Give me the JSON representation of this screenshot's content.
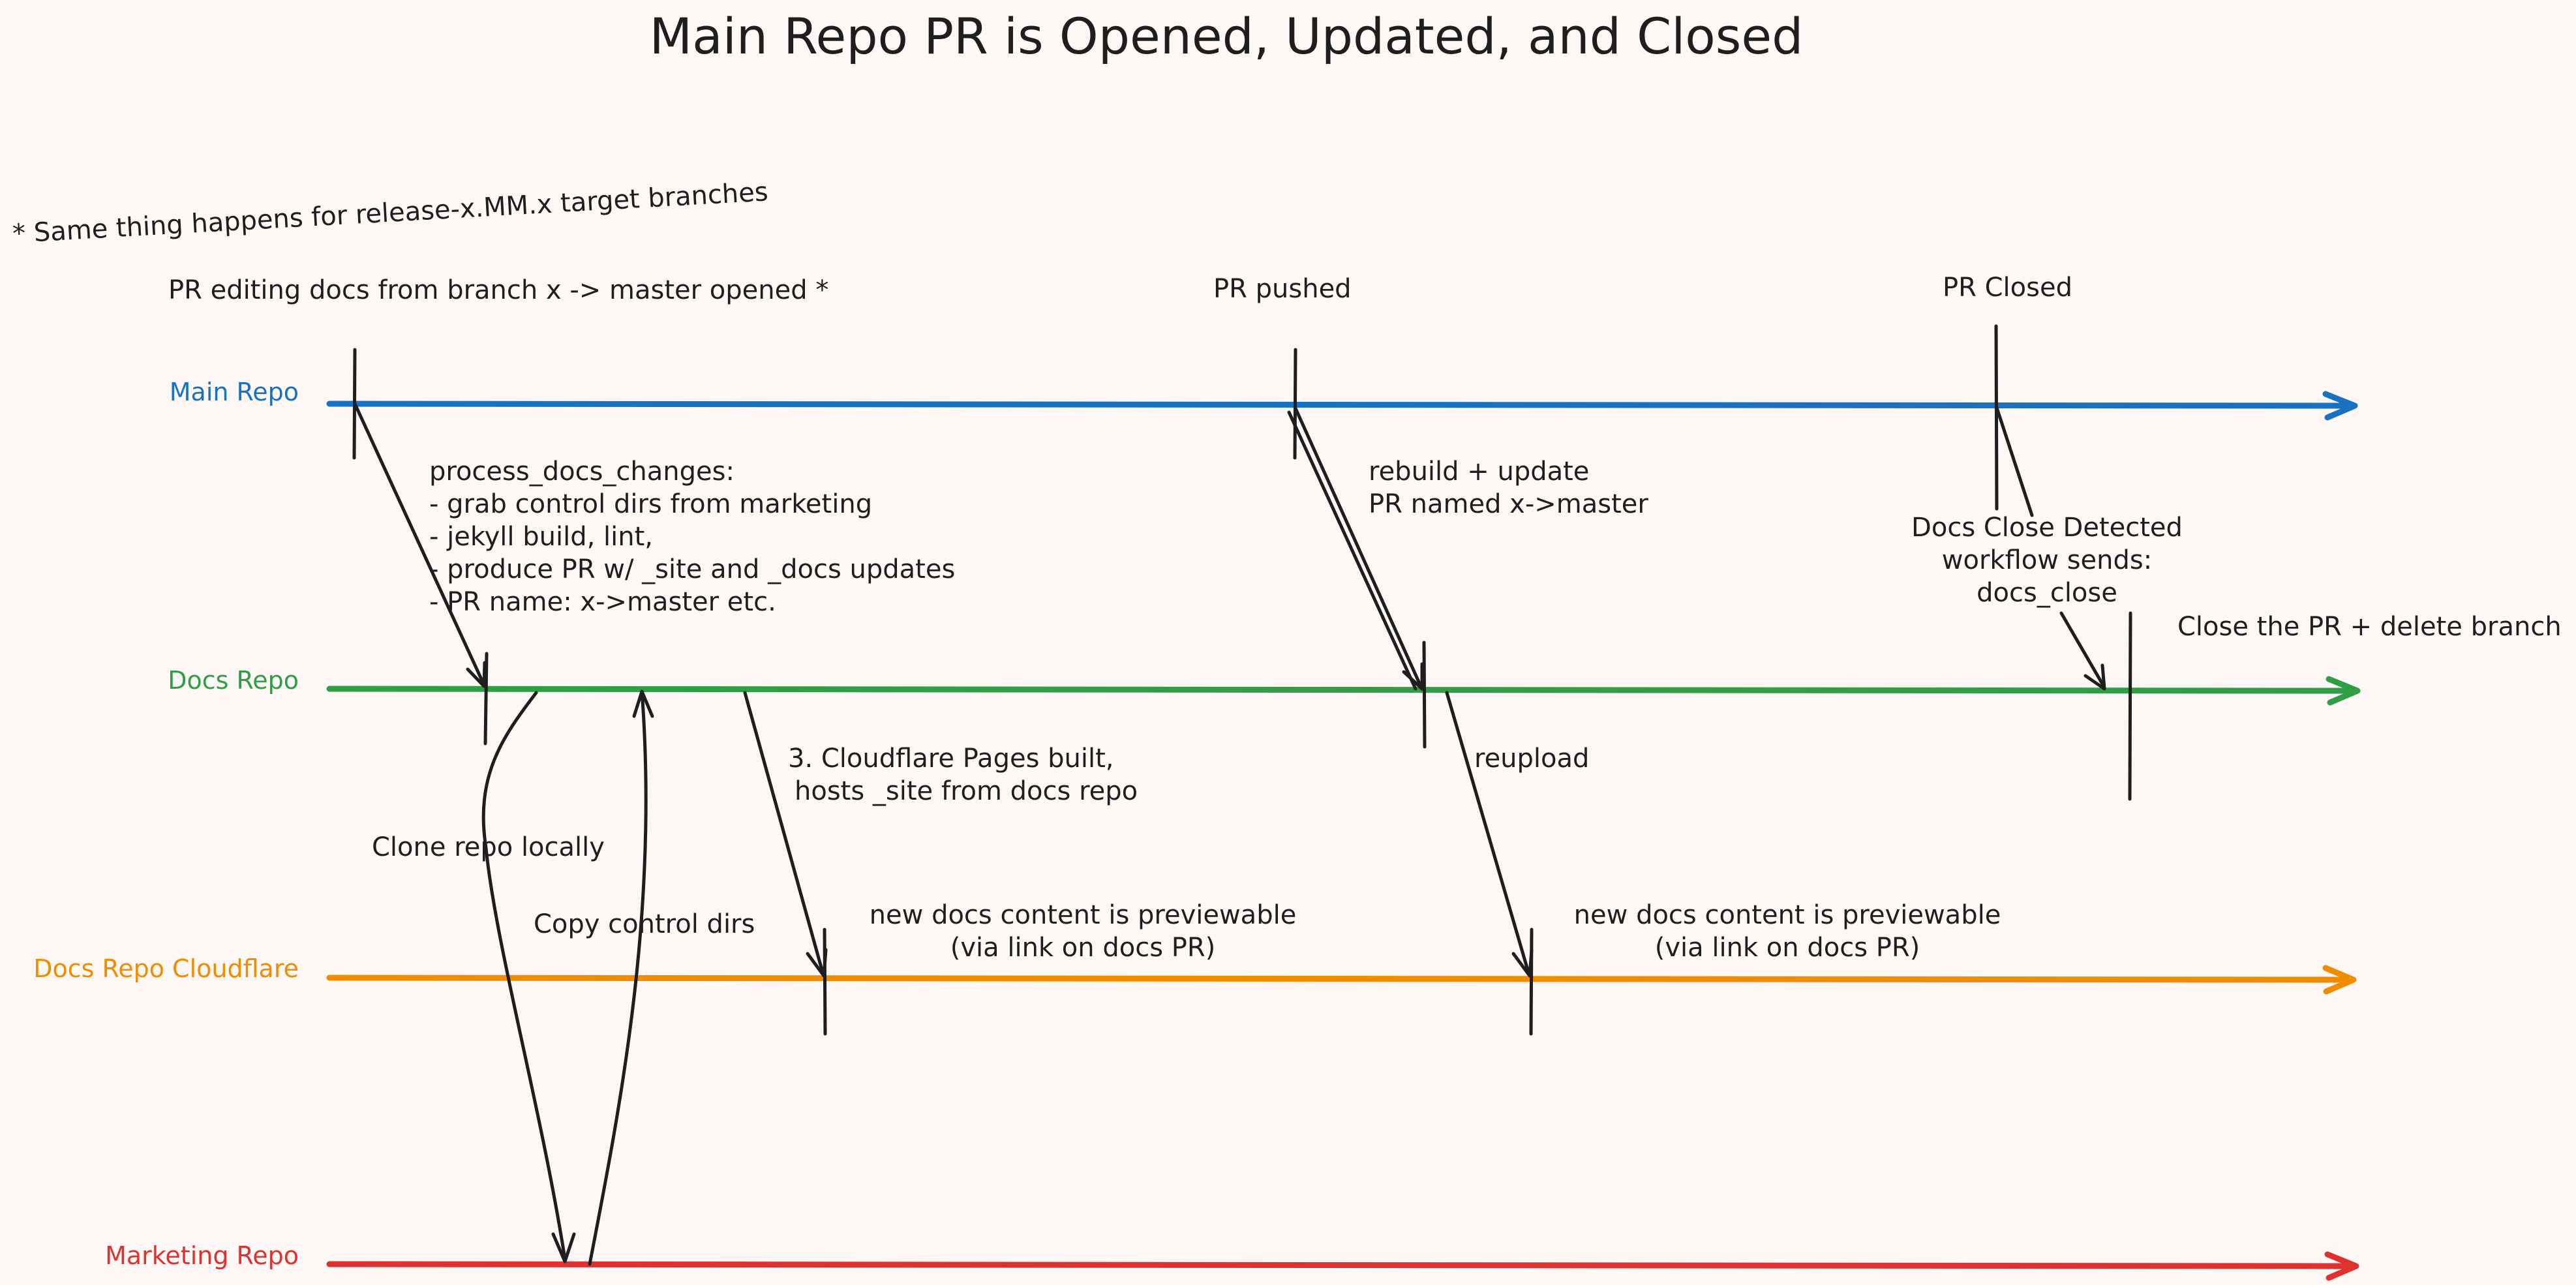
{
  "title": "Main Repo PR is Opened, Updated, and Closed",
  "note": "* Same thing happens for release-x.MM.x target branches",
  "lanes": {
    "main": {
      "label": "Main Repo",
      "color": "#1971c2"
    },
    "docs": {
      "label": "Docs Repo",
      "color": "#2f9e44"
    },
    "cloudflare": {
      "label": "Docs Repo Cloudflare",
      "color": "#f08c00"
    },
    "marketing": {
      "label": "Marketing Repo",
      "color": "#e03131"
    }
  },
  "events": {
    "opened": "PR editing docs from branch x -> master opened *",
    "pushed": "PR pushed",
    "closed": "PR Closed"
  },
  "annotations": {
    "process_docs": [
      "process_docs_changes:",
      "- grab control dirs from marketing",
      "- jekyll build, lint,",
      "- produce PR w/ _site and _docs updates",
      "- PR name: x->master etc."
    ],
    "rebuild": [
      "rebuild + update",
      "PR named x->master"
    ],
    "close_detected": [
      "Docs Close Detected",
      "workflow sends:",
      "docs_close"
    ],
    "close_pr": "Close the PR + delete branch",
    "cloudflare_built": [
      "3. Cloudflare Pages built,",
      "hosts _site from docs repo"
    ],
    "reupload": "reupload",
    "clone": "Clone repo locally",
    "copy": "Copy control dirs",
    "preview_1": [
      "new docs content is previewable",
      "(via link on docs PR)"
    ],
    "preview_2": [
      "new docs content is previewable",
      "(via link on docs PR)"
    ]
  }
}
